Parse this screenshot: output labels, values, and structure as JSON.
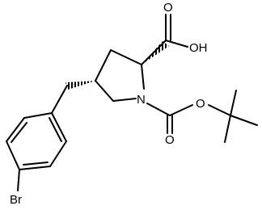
{
  "molecule": {
    "atom_labels": {
      "oxygen_carbonyl_acid": "O",
      "hydroxyl": "OH",
      "nitrogen": "N",
      "oxygen_ester": "O",
      "oxygen_carbonyl_boc": "O",
      "bromine": "Br"
    }
  },
  "colors": {
    "line": "#000000",
    "background": "#ffffff"
  }
}
